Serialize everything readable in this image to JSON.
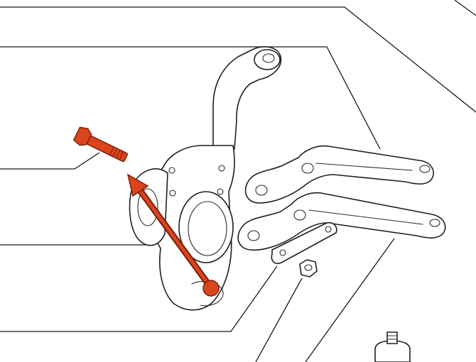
{
  "diagram": {
    "title": "",
    "colors": {
      "highlight": "#d9451c",
      "highlight_dark": "#7a1e0a",
      "line": "#1f1f1f",
      "background": "#ffffff"
    },
    "components": [
      "steering-knuckle",
      "knuckle-bolt",
      "upper-steering-arm",
      "lower-steering-arm",
      "lock-plate",
      "lock-nut",
      "ball-joint-stud"
    ],
    "annotation": "arrow-from-knuckle-to-bolt"
  }
}
